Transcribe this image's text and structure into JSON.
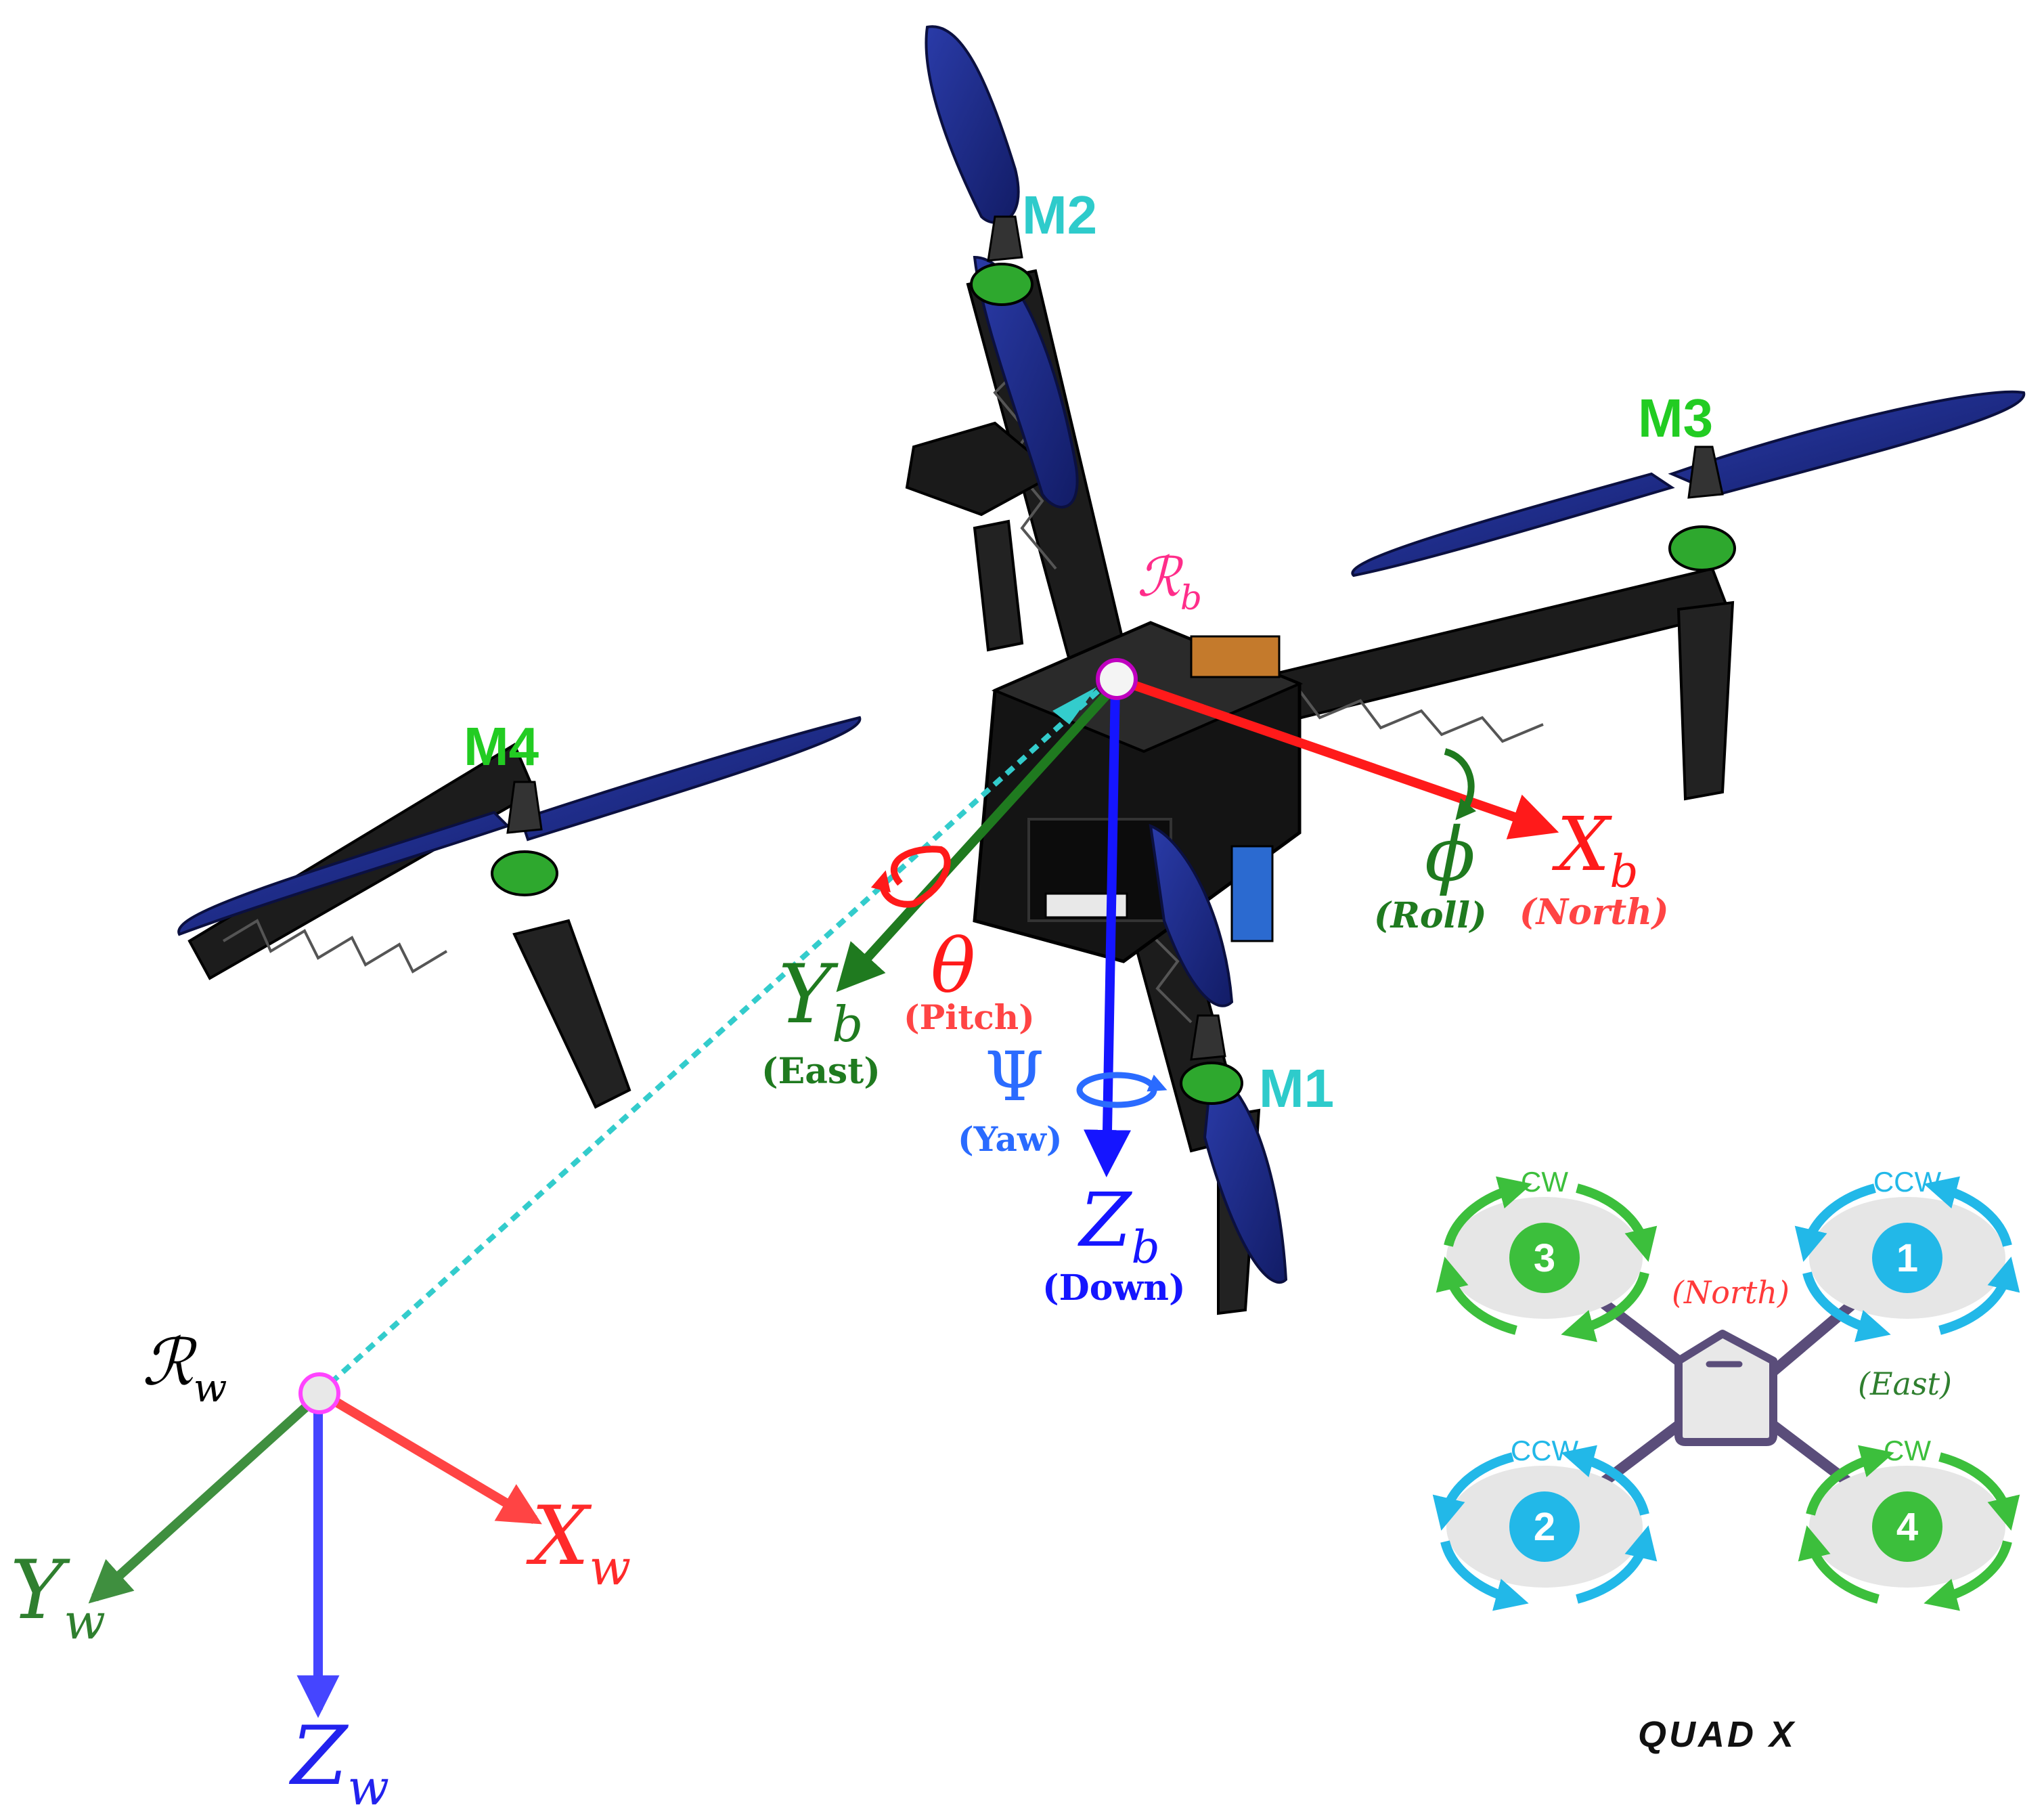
{
  "motors": {
    "m1": "M1",
    "m2": "M2",
    "m3": "M3",
    "m4": "M4"
  },
  "body_frame": {
    "origin": "ℛ",
    "origin_sub": "b",
    "x_axis": "X",
    "x_sub": "b",
    "x_caption": "(North)",
    "y_axis": "Y",
    "y_sub": "b",
    "y_caption": "(East)",
    "z_axis": "Z",
    "z_sub": "b",
    "z_caption": "(Down)",
    "roll_symbol": "ϕ",
    "roll_caption": "(Roll)",
    "pitch_symbol": "θ",
    "pitch_caption": "(Pitch)",
    "yaw_symbol": "Ψ",
    "yaw_caption": "(Yaw)"
  },
  "world_frame": {
    "origin": "ℛ",
    "origin_sub": "w",
    "x_axis": "X",
    "x_sub": "w",
    "y_axis": "Y",
    "y_sub": "w",
    "z_axis": "Z",
    "z_sub": "w"
  },
  "quad_x": {
    "title": "QUAD X",
    "north_label": "(North)",
    "east_label": "(East)",
    "rotors": [
      {
        "number": "3",
        "direction": "CW",
        "color": "#3cbf3c"
      },
      {
        "number": "1",
        "direction": "CCW",
        "color": "#22b8e8"
      },
      {
        "number": "2",
        "direction": "CCW",
        "color": "#22b8e8"
      },
      {
        "number": "4",
        "direction": "CW",
        "color": "#3cbf3c"
      }
    ]
  },
  "colors": {
    "x_axis": "#ff2a2a",
    "y_axis": "#1f7a1f",
    "z_axis": "#2222ff",
    "motor_label_cyan": "#2ecbcb",
    "motor_label_green": "#22cc22",
    "body_origin": "#ff2d8a",
    "propeller": "#1c2a8a",
    "frame": "#1e1e1e"
  }
}
